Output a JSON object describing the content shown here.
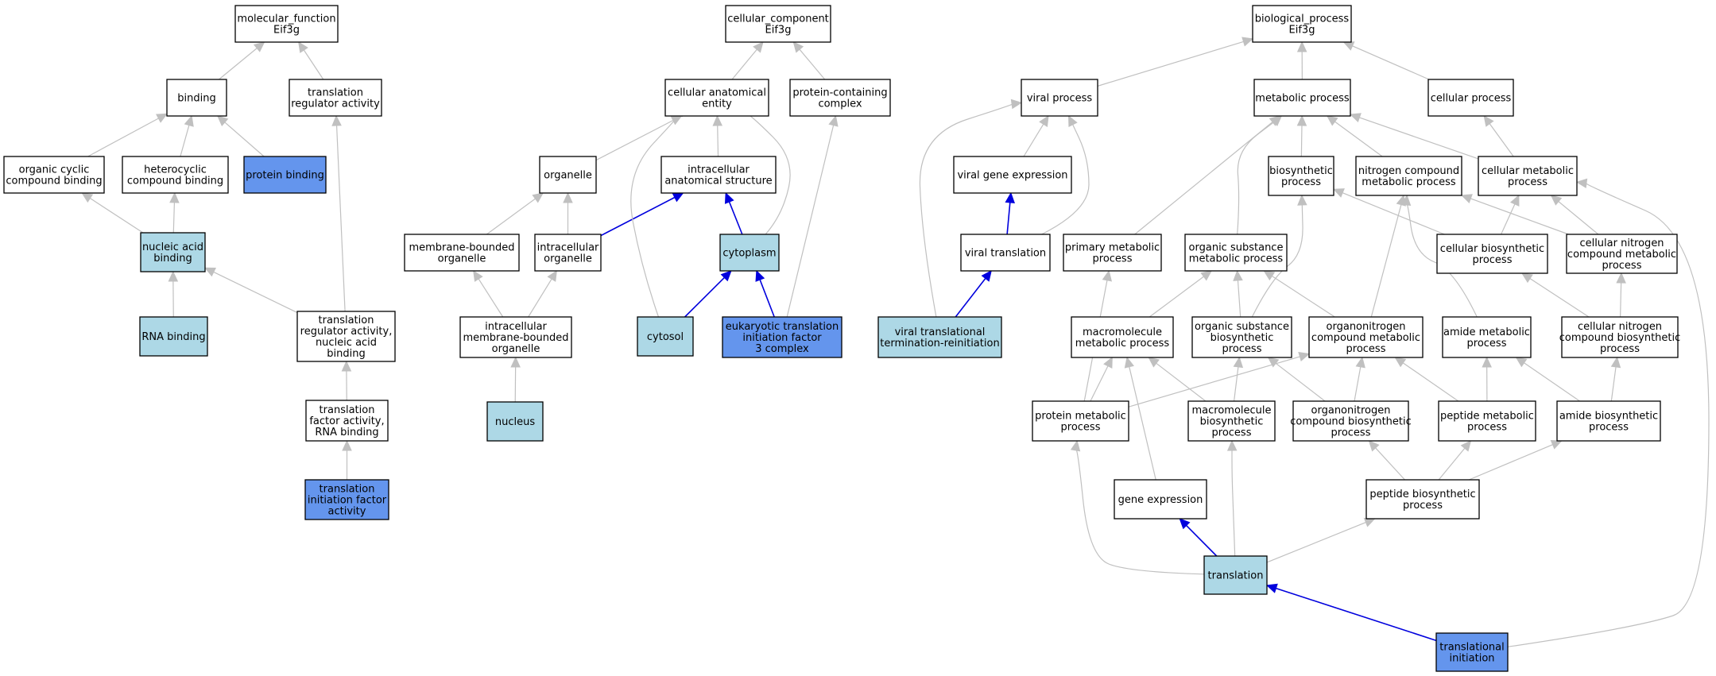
{
  "colors": {
    "white": "#ffffff",
    "light": "#add8e6",
    "dark": "#6495ed",
    "edge_gray": "#c0c0c0",
    "edge_blue": "#0000dd"
  },
  "nodes": [
    {
      "id": "mf",
      "lines": [
        "molecular_function",
        "Eif3g"
      ],
      "fill": "white"
    },
    {
      "id": "binding",
      "lines": [
        "binding"
      ],
      "fill": "white"
    },
    {
      "id": "tra",
      "lines": [
        "translation",
        "regulator activity"
      ],
      "fill": "white"
    },
    {
      "id": "ocb",
      "lines": [
        "organic cyclic",
        "compound binding"
      ],
      "fill": "white"
    },
    {
      "id": "hcb",
      "lines": [
        "heterocyclic",
        "compound binding"
      ],
      "fill": "white"
    },
    {
      "id": "pb",
      "lines": [
        "protein binding"
      ],
      "fill": "dark"
    },
    {
      "id": "nab",
      "lines": [
        "nucleic acid",
        "binding"
      ],
      "fill": "light"
    },
    {
      "id": "rnab",
      "lines": [
        "RNA binding"
      ],
      "fill": "light"
    },
    {
      "id": "tranab",
      "lines": [
        "translation",
        "regulator activity,",
        "nucleic acid",
        "binding"
      ],
      "fill": "white"
    },
    {
      "id": "tfa",
      "lines": [
        "translation",
        "factor activity,",
        "RNA binding"
      ],
      "fill": "white"
    },
    {
      "id": "tifa",
      "lines": [
        "translation",
        "initiation factor",
        "activity"
      ],
      "fill": "dark"
    },
    {
      "id": "cc",
      "lines": [
        "cellular_component",
        "Eif3g"
      ],
      "fill": "white"
    },
    {
      "id": "cae",
      "lines": [
        "cellular anatomical",
        "entity"
      ],
      "fill": "white"
    },
    {
      "id": "pcc",
      "lines": [
        "protein-containing",
        "complex"
      ],
      "fill": "white"
    },
    {
      "id": "organelle",
      "lines": [
        "organelle"
      ],
      "fill": "white"
    },
    {
      "id": "ias",
      "lines": [
        "intracellular",
        "anatomical structure"
      ],
      "fill": "white"
    },
    {
      "id": "mbo",
      "lines": [
        "membrane-bounded",
        "organelle"
      ],
      "fill": "white"
    },
    {
      "id": "io",
      "lines": [
        "intracellular",
        "organelle"
      ],
      "fill": "white"
    },
    {
      "id": "cyto",
      "lines": [
        "cytoplasm"
      ],
      "fill": "light"
    },
    {
      "id": "imbo",
      "lines": [
        "intracellular",
        "membrane-bounded",
        "organelle"
      ],
      "fill": "white"
    },
    {
      "id": "cytosol",
      "lines": [
        "cytosol"
      ],
      "fill": "light"
    },
    {
      "id": "eif3",
      "lines": [
        "eukaryotic translation",
        "initiation factor",
        "3 complex"
      ],
      "fill": "dark"
    },
    {
      "id": "nucleus",
      "lines": [
        "nucleus"
      ],
      "fill": "light"
    },
    {
      "id": "bp",
      "lines": [
        "biological_process",
        "Eif3g"
      ],
      "fill": "white"
    },
    {
      "id": "vp",
      "lines": [
        "viral process"
      ],
      "fill": "white"
    },
    {
      "id": "mp",
      "lines": [
        "metabolic process"
      ],
      "fill": "white"
    },
    {
      "id": "cp",
      "lines": [
        "cellular process"
      ],
      "fill": "white"
    },
    {
      "id": "vge",
      "lines": [
        "viral gene expression"
      ],
      "fill": "white"
    },
    {
      "id": "bsp",
      "lines": [
        "biosynthetic",
        "process"
      ],
      "fill": "white"
    },
    {
      "id": "ncmp",
      "lines": [
        "nitrogen compound",
        "metabolic process"
      ],
      "fill": "white"
    },
    {
      "id": "cmp",
      "lines": [
        "cellular metabolic",
        "process"
      ],
      "fill": "white"
    },
    {
      "id": "vt",
      "lines": [
        "viral translation"
      ],
      "fill": "white"
    },
    {
      "id": "pmp",
      "lines": [
        "primary metabolic",
        "process"
      ],
      "fill": "white"
    },
    {
      "id": "osmp",
      "lines": [
        "organic substance",
        "metabolic process"
      ],
      "fill": "white"
    },
    {
      "id": "cbp",
      "lines": [
        "cellular biosynthetic",
        "process"
      ],
      "fill": "white"
    },
    {
      "id": "cncmp",
      "lines": [
        "cellular nitrogen",
        "compound metabolic",
        "process"
      ],
      "fill": "white"
    },
    {
      "id": "vttr",
      "lines": [
        "viral translational",
        "termination-reinitiation"
      ],
      "fill": "light"
    },
    {
      "id": "mmp",
      "lines": [
        "macromolecule",
        "metabolic process"
      ],
      "fill": "white"
    },
    {
      "id": "osbp",
      "lines": [
        "organic substance",
        "biosynthetic",
        "process"
      ],
      "fill": "white"
    },
    {
      "id": "oncmp",
      "lines": [
        "organonitrogen",
        "compound metabolic",
        "process"
      ],
      "fill": "white"
    },
    {
      "id": "amp",
      "lines": [
        "amide metabolic",
        "process"
      ],
      "fill": "white"
    },
    {
      "id": "cncbp",
      "lines": [
        "cellular nitrogen",
        "compound biosynthetic",
        "process"
      ],
      "fill": "white"
    },
    {
      "id": "protmp",
      "lines": [
        "protein metabolic",
        "process"
      ],
      "fill": "white"
    },
    {
      "id": "mbp",
      "lines": [
        "macromolecule",
        "biosynthetic",
        "process"
      ],
      "fill": "white"
    },
    {
      "id": "oncbp",
      "lines": [
        "organonitrogen",
        "compound biosynthetic",
        "process"
      ],
      "fill": "white"
    },
    {
      "id": "pepmp",
      "lines": [
        "peptide metabolic",
        "process"
      ],
      "fill": "white"
    },
    {
      "id": "abp",
      "lines": [
        "amide biosynthetic",
        "process"
      ],
      "fill": "white"
    },
    {
      "id": "ge",
      "lines": [
        "gene expression"
      ],
      "fill": "white"
    },
    {
      "id": "pbp",
      "lines": [
        "peptide biosynthetic",
        "process"
      ],
      "fill": "white"
    },
    {
      "id": "translation",
      "lines": [
        "translation"
      ],
      "fill": "light"
    },
    {
      "id": "ti",
      "lines": [
        "translational",
        "initiation"
      ],
      "fill": "dark"
    }
  ],
  "edges": [
    {
      "from": "binding",
      "to": "mf"
    },
    {
      "from": "tra",
      "to": "mf"
    },
    {
      "from": "ocb",
      "to": "binding"
    },
    {
      "from": "hcb",
      "to": "binding"
    },
    {
      "from": "pb",
      "to": "binding"
    },
    {
      "from": "nab",
      "to": "ocb"
    },
    {
      "from": "nab",
      "to": "hcb"
    },
    {
      "from": "rnab",
      "to": "nab"
    },
    {
      "from": "tranab",
      "to": "nab"
    },
    {
      "from": "tranab",
      "to": "tra"
    },
    {
      "from": "tfa",
      "to": "tranab"
    },
    {
      "from": "tifa",
      "to": "tfa"
    },
    {
      "from": "cae",
      "to": "cc"
    },
    {
      "from": "pcc",
      "to": "cc"
    },
    {
      "from": "organelle",
      "to": "cae"
    },
    {
      "from": "ias",
      "to": "cae"
    },
    {
      "from": "mbo",
      "to": "organelle"
    },
    {
      "from": "io",
      "to": "organelle"
    },
    {
      "from": "io",
      "to": "ias",
      "blue": true
    },
    {
      "from": "cyto",
      "to": "ias",
      "blue": true
    },
    {
      "from": "cyto",
      "to": "cae"
    },
    {
      "from": "imbo",
      "to": "mbo"
    },
    {
      "from": "imbo",
      "to": "io"
    },
    {
      "from": "nucleus",
      "to": "imbo"
    },
    {
      "from": "cytosol",
      "to": "cyto",
      "blue": true
    },
    {
      "from": "cytosol",
      "to": "cae"
    },
    {
      "from": "eif3",
      "to": "cyto",
      "blue": true
    },
    {
      "from": "eif3",
      "to": "pcc"
    },
    {
      "from": "vp",
      "to": "bp"
    },
    {
      "from": "mp",
      "to": "bp"
    },
    {
      "from": "cp",
      "to": "bp"
    },
    {
      "from": "vge",
      "to": "vp"
    },
    {
      "from": "vt",
      "to": "vge",
      "blue": true
    },
    {
      "from": "vt",
      "to": "vp"
    },
    {
      "from": "vttr",
      "to": "vt",
      "blue": true
    },
    {
      "from": "vttr",
      "to": "vp"
    },
    {
      "from": "bsp",
      "to": "mp"
    },
    {
      "from": "ncmp",
      "to": "mp"
    },
    {
      "from": "cmp",
      "to": "mp"
    },
    {
      "from": "cmp",
      "to": "cp"
    },
    {
      "from": "pmp",
      "to": "mp"
    },
    {
      "from": "osmp",
      "to": "mp"
    },
    {
      "from": "cbp",
      "to": "bsp"
    },
    {
      "from": "cbp",
      "to": "cmp"
    },
    {
      "from": "cncmp",
      "to": "ncmp"
    },
    {
      "from": "cncmp",
      "to": "cmp"
    },
    {
      "from": "mmp",
      "to": "osmp"
    },
    {
      "from": "osbp",
      "to": "osmp"
    },
    {
      "from": "osbp",
      "to": "bsp"
    },
    {
      "from": "oncmp",
      "to": "osmp"
    },
    {
      "from": "oncmp",
      "to": "ncmp"
    },
    {
      "from": "amp",
      "to": "ncmp"
    },
    {
      "from": "cncbp",
      "to": "cncmp"
    },
    {
      "from": "cncbp",
      "to": "cbp"
    },
    {
      "from": "protmp",
      "to": "pmp"
    },
    {
      "from": "protmp",
      "to": "mmp"
    },
    {
      "from": "protmp",
      "to": "oncmp"
    },
    {
      "from": "mbp",
      "to": "mmp"
    },
    {
      "from": "mbp",
      "to": "osbp"
    },
    {
      "from": "oncbp",
      "to": "oncmp"
    },
    {
      "from": "oncbp",
      "to": "osbp"
    },
    {
      "from": "pepmp",
      "to": "amp"
    },
    {
      "from": "pepmp",
      "to": "oncmp"
    },
    {
      "from": "abp",
      "to": "amp"
    },
    {
      "from": "abp",
      "to": "cncbp"
    },
    {
      "from": "ge",
      "to": "mmp"
    },
    {
      "from": "pbp",
      "to": "pepmp"
    },
    {
      "from": "pbp",
      "to": "abp"
    },
    {
      "from": "pbp",
      "to": "oncbp"
    },
    {
      "from": "translation",
      "to": "ge",
      "blue": true
    },
    {
      "from": "translation",
      "to": "pbp"
    },
    {
      "from": "translation",
      "to": "mbp"
    },
    {
      "from": "translation",
      "to": "protmp"
    },
    {
      "from": "ti",
      "to": "translation",
      "blue": true
    },
    {
      "from": "ti",
      "to": "cmp"
    }
  ]
}
